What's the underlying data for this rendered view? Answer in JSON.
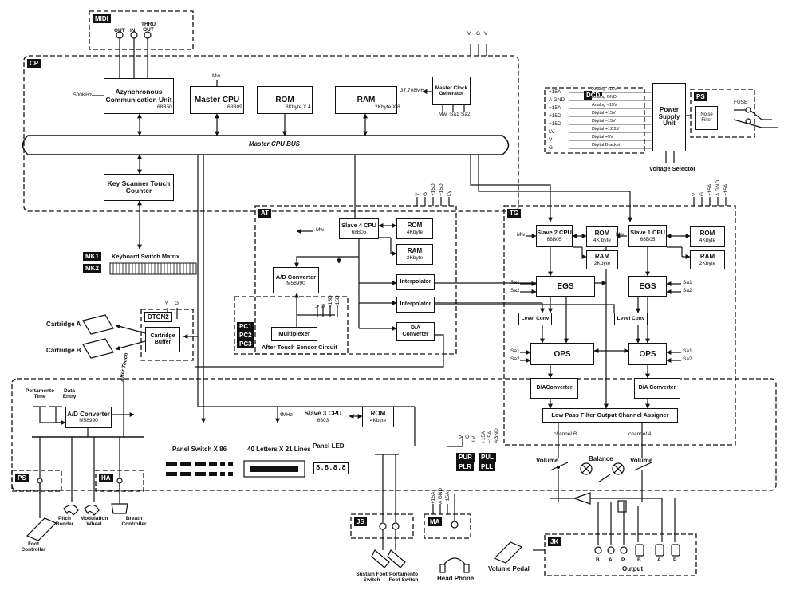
{
  "boards": {
    "midi": "MIDI",
    "cp": "CP",
    "dcd": "DCD",
    "ps": "PS",
    "mk1": "MK1",
    "mk2": "MK2",
    "at": "AT",
    "tg": "TG",
    "dtcn2": "DTCN2",
    "pc1": "PC1",
    "pc2": "PC2",
    "pc3": "PC3",
    "ps_left": "PS",
    "ha": "HA",
    "pur": "PUR",
    "pul": "PUL",
    "plr": "PLR",
    "pll": "PLL",
    "js": "JS",
    "ma": "MA",
    "jk": "JK"
  },
  "midi_ports": [
    "OUT",
    "IN",
    "THRU OUT"
  ],
  "cp_blocks": {
    "acu": "Azynchronous Communication Unit",
    "acu_part": "68B50",
    "acu_clock": "500KHz",
    "master_cpu": "Master CPU",
    "master_cpu_part": "68B09",
    "master_cpu_pin": "Mw",
    "rom": "ROM",
    "rom_size": "8Kbyte X 4",
    "ram": "RAM",
    "ram_size": "2Kbyte X 8",
    "clock_gen": "Master Clock Generator",
    "clock_freq": "37.708MHz",
    "clock_outputs": [
      "Mw",
      "Sa1",
      "Sa2"
    ],
    "bus": "Master CPU BUS",
    "key_scanner": "Key Scanner Touch Counter",
    "power_pins": [
      "V",
      "G",
      "V"
    ]
  },
  "keyboard": {
    "matrix": "Keyboard Switch Matrix"
  },
  "psu": {
    "rails": [
      {
        "pin": "+15A",
        "label": "Analog +15V"
      },
      {
        "pin": "A GND",
        "label": "Analog GND"
      },
      {
        "pin": "−15A",
        "label": "Analog −15V"
      },
      {
        "pin": "+15D",
        "label": "Digital +15V"
      },
      {
        "pin": "−15D",
        "label": "Digital −15V"
      },
      {
        "pin": "LV",
        "label": "Digital +12.2V"
      },
      {
        "pin": "V",
        "label": "Digital +5V"
      },
      {
        "pin": "G",
        "label": "Digital Bracket"
      }
    ],
    "unit": "Power Supply Unit",
    "voltage_selector": "Voltage Selector",
    "noise_filter": "Noise Filter",
    "fuse": "FUSE"
  },
  "at": {
    "slave4": "Slave 4 CPU",
    "slave4_part": "68B05",
    "rom": "ROM",
    "rom_size": "4Kbyte",
    "ram": "RAM",
    "ram_size": "2Kbyte",
    "adc": "A/D Converter",
    "adc_part": "M58990",
    "interp1": "Interpolator",
    "interp2": "Interpolator",
    "dac": "D/A Converter",
    "mux": "Multiplexer",
    "sensor": "After Touch Sensor Circuit",
    "mw": "Mw",
    "power_pins": [
      "V",
      "G",
      "+15D",
      "−15D",
      "LV"
    ],
    "pc_pins": [
      "V",
      "G",
      "+15D",
      "−15D"
    ]
  },
  "tg": {
    "slave2": "Slave 2 CPU",
    "slave2_part": "68B05",
    "slave1": "Slave 1 CPU",
    "slave1_part": "68B05",
    "rom2": "ROM",
    "rom2_size": "4K byte",
    "ram2": "RAM",
    "ram2_size": "2Kbyte",
    "rom1": "ROM",
    "rom1_size": "4Kbyte",
    "ram1": "RAM",
    "ram1_size": "2Kbyte",
    "egs": "EGS",
    "level_conv": "Level Conv",
    "ops": "OPS",
    "dac_left": "D/AConverter",
    "dac_right": "D/A Converter",
    "lpf": "Low Pass Filter Output Channel Assigner",
    "channel_b": "channel B",
    "channel_a": "channel A",
    "mw": "Mw",
    "sa1": "Sa1",
    "sa2": "Sa2",
    "power_pins": [
      "V",
      "G",
      "+15A",
      "A GND",
      "−15A"
    ]
  },
  "cartridge": {
    "a": "Cartridge A",
    "b": "Cartridge B",
    "buffer": "Cartridge Buffer",
    "pins": [
      "V",
      "G"
    ]
  },
  "panel": {
    "portamento_time": "Portamento Time",
    "data_entry": "Data Entry",
    "adc": "A/D Converter",
    "adc_part": "M58990",
    "after_touch": "After Touch",
    "slave3": "Slave 3 CPU",
    "slave3_part": "6803",
    "slave3_clock": "4MHz",
    "rom": "ROM",
    "rom_size": "4Kbyte",
    "switch": "Panel Switch X 86",
    "lcd": "40 Letters X 21 Lines",
    "led": "Panel LED",
    "led_digits": "8.8.8.8",
    "pins": [
      "V",
      "G",
      "LV"
    ]
  },
  "controllers": {
    "foot": "Foot Controller",
    "pitch": "Pitch Bender",
    "modulation": "Modulation Wheel",
    "breath": "Breath Controller"
  },
  "output": {
    "volume_left": "Volume",
    "balance": "Balance",
    "volume_right": "Volume",
    "jacks": [
      "B",
      "A",
      "P",
      "B",
      "A",
      "P"
    ],
    "label": "Output",
    "volume_pedal": "Volume Pedal",
    "head_phone": "Head Phone",
    "sustain": "Sustain Foot Switch",
    "portamento": "Portamento Foot Switch",
    "ma_pins": [
      "+15A",
      "A GND",
      "−15A"
    ],
    "pul_pins": [
      "+15A",
      "−15A",
      "AGND"
    ]
  }
}
